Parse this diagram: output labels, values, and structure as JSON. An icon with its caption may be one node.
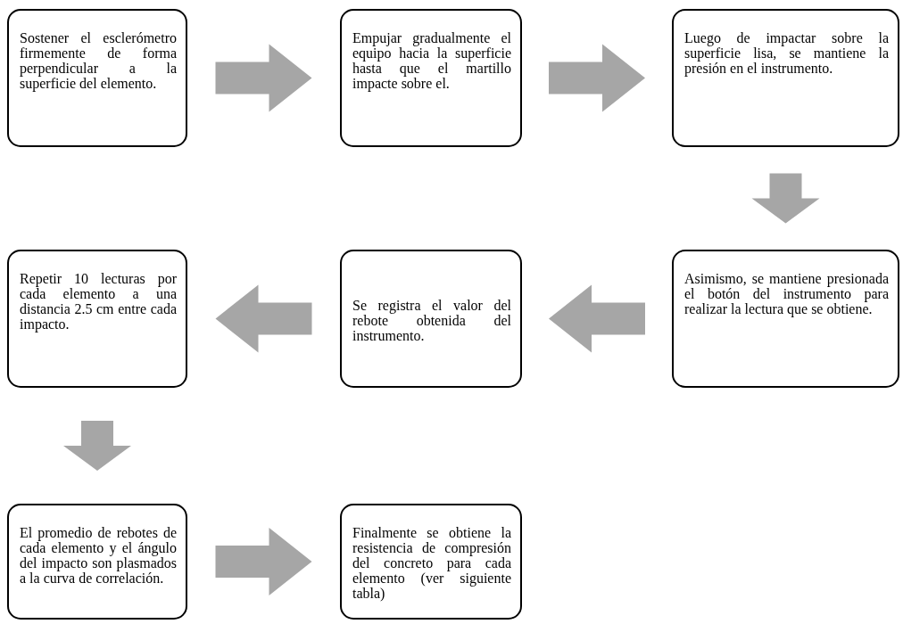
{
  "diagram": {
    "nodes": [
      {
        "text": [
          "Sostener el esclerómetro firmemente de forma perpendicular a la superficie del elemento."
        ]
      },
      {
        "text": [
          "Empujar gradualmente el equipo hacia la superficie hasta que el martillo impacte sobre el."
        ]
      },
      {
        "text": [
          "Luego de impactar sobre la superficie lisa, se mantiene la presión en el instrumento."
        ]
      },
      {
        "text": [
          "Asimismo, se mantiene presionada el botón del instrumento para realizar la lectura que se obtiene."
        ]
      },
      {
        "text": [
          "Se registra el valor del rebote obtenida del instrumento."
        ]
      },
      {
        "text": [
          "Repetir 10 lecturas  por cada elemento a una distancia 2.5 cm entre cada impacto."
        ]
      },
      {
        "text": [
          "El promedio de rebotes de cada elemento y el ángulo del impacto son plasmados a la curva de correlación."
        ]
      },
      {
        "text": [
          "Finalmente se obtiene la resistencia de compresión del concreto para cada elemento (ver siguiente tabla)"
        ]
      }
    ],
    "edges": [
      {
        "from": 0,
        "to": 1,
        "arrow": "to"
      },
      {
        "from": 1,
        "to": 2,
        "arrow": "to"
      },
      {
        "from": 2,
        "to": 3,
        "arrow": "to"
      },
      {
        "from": 3,
        "to": 4,
        "arrow": "to"
      },
      {
        "from": 4,
        "to": 5,
        "arrow": "to"
      },
      {
        "from": 5,
        "to": 6,
        "arrow": "to"
      },
      {
        "from": 6,
        "to": 7,
        "arrow": "to"
      }
    ]
  }
}
